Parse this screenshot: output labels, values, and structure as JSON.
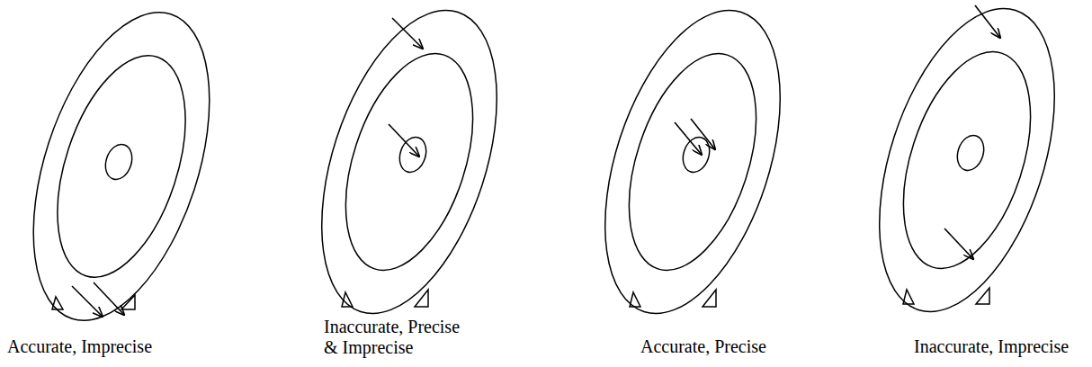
{
  "diagram": {
    "labels": [
      "Accurate, Imprecise",
      "Inaccurate, Precise & Imprecise",
      "Accurate, Precise",
      "Inaccurate, Imprecise"
    ]
  }
}
